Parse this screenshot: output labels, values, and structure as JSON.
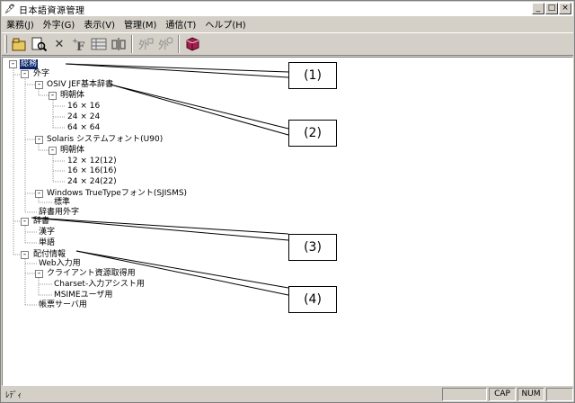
{
  "window": {
    "title": "日本語資源管理",
    "buttons": [
      "_",
      "□",
      "×"
    ]
  },
  "menu": [
    "業務(J)",
    "外字(G)",
    "表示(V)",
    "管理(M)",
    "通信(T)",
    "ヘルプ(H)"
  ],
  "toolbar": {
    "icons": [
      "open-icon",
      "search-icon",
      "delete-icon",
      "add-font-icon",
      "font-table-icon",
      "split-icon",
      "font-register-icon",
      "font-view-icon",
      "book-icon"
    ]
  },
  "tree": {
    "root": "総務",
    "gaiji": "外字",
    "osiv": "OSIV JEF基本辞書",
    "mincho": "明朝体",
    "s16": "16 × 16",
    "s24": "24 × 24",
    "s64": "64 × 64",
    "solaris": "Solaris システムフォント(U90)",
    "mincho2": "明朝体",
    "s12b": "12 × 12(12)",
    "s16b": "16 × 16(16)",
    "s24b": "24 × 24(22)",
    "windows": "Windows TrueTypeフォント(SJISMS)",
    "standard": "標準",
    "dictgaiji": "辞書用外字",
    "dict": "辞書",
    "kanji": "漢字",
    "word": "単語",
    "distrib": "配付情報",
    "web": "Web入力用",
    "client": "クライアント資源取得用",
    "charset": "Charset-入力アシスト用",
    "msime": "MSIMEユーザ用",
    "form": "帳票サーバ用"
  },
  "callouts": [
    "(1)",
    "(2)",
    "(3)",
    "(4)"
  ],
  "status": {
    "text": "ﾚﾃﾞｨ",
    "caps": "CAP",
    "num": "NUM"
  }
}
